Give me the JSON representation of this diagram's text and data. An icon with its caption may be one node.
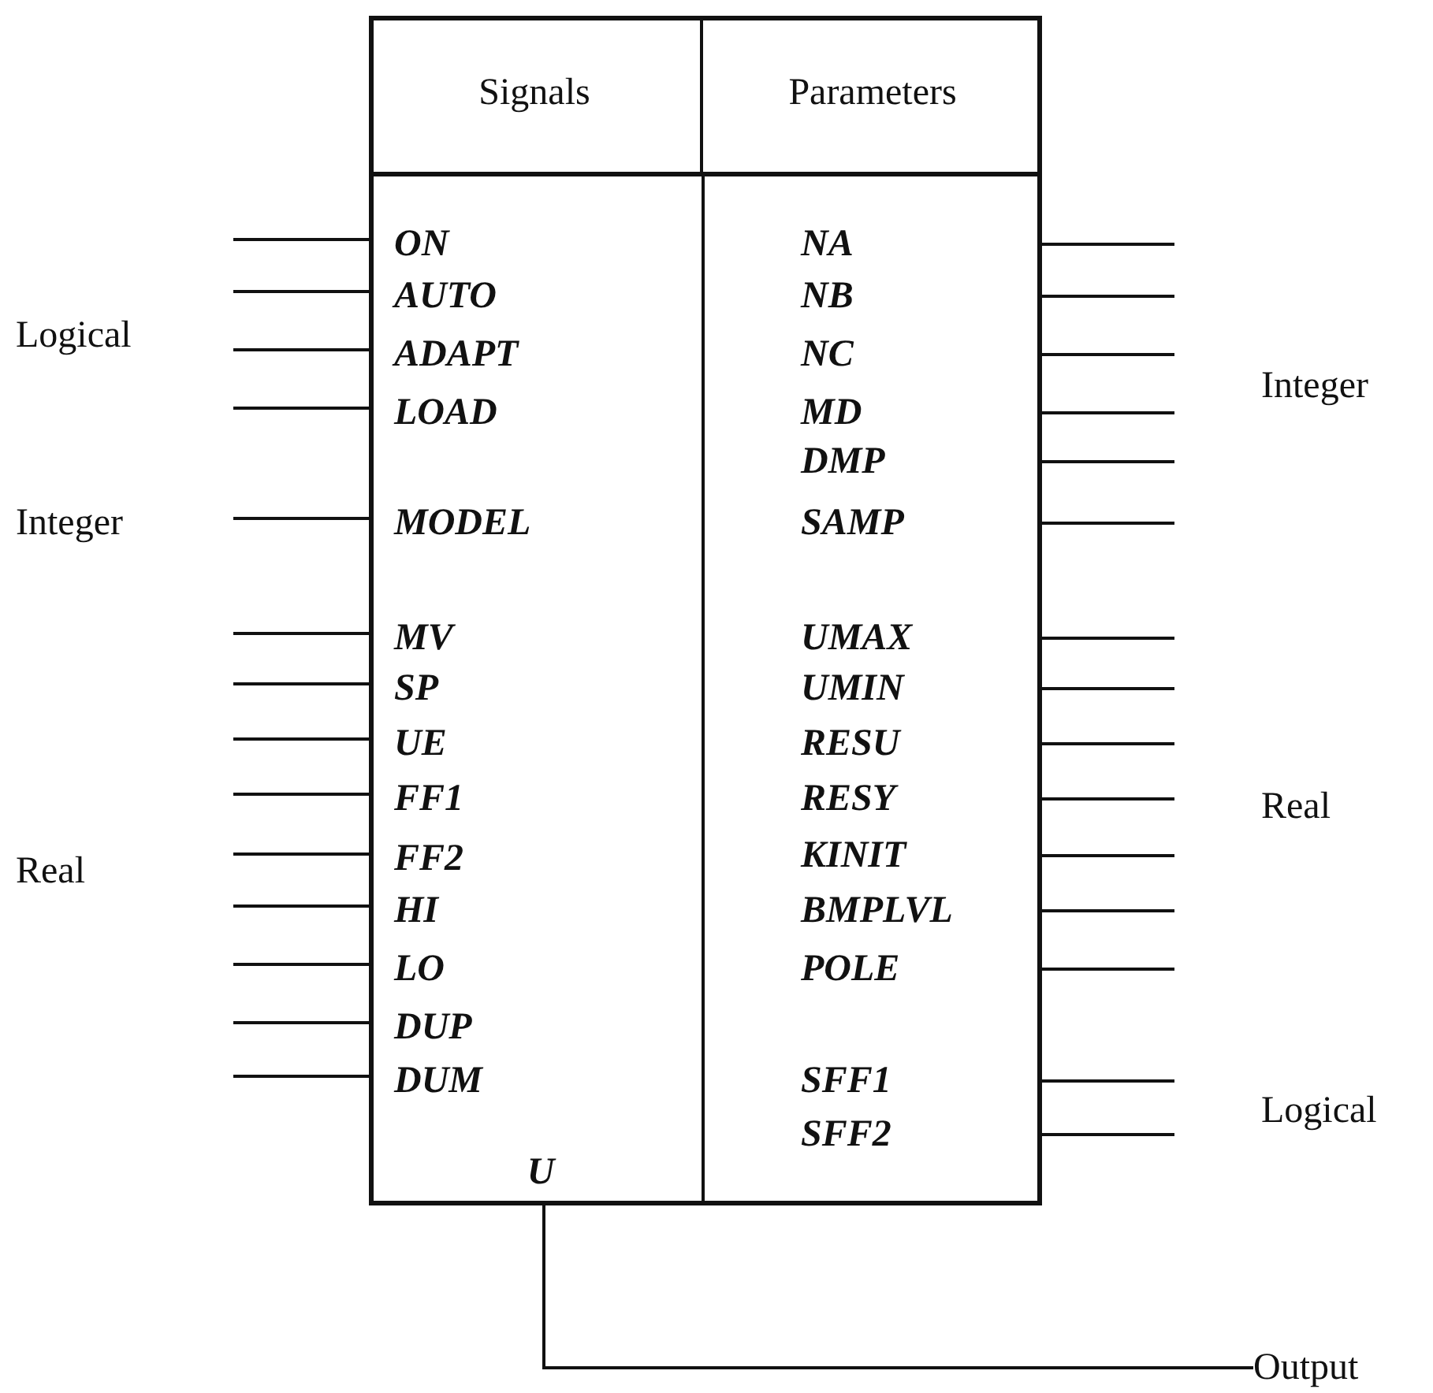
{
  "diagram": {
    "nodes": [
      {
        "text": [],
        "shape": "box"
      },
      {
        "text": [
          "Signals"
        ],
        "in": 0
      },
      {
        "text": [
          "Parameters"
        ],
        "in": 0
      },
      {
        "text": [
          "U"
        ],
        "in": 0
      },
      {
        "text": [
          "Output"
        ]
      }
    ],
    "edges": [
      {
        "from": null,
        "to": 0,
        "arrow": "none"
      },
      {
        "from": null,
        "to": 0,
        "arrow": "none"
      },
      {
        "from": null,
        "to": 0,
        "arrow": "none"
      },
      {
        "from": null,
        "to": 0,
        "arrow": "none"
      },
      {
        "from": null,
        "to": 0,
        "arrow": "none"
      },
      {
        "from": null,
        "to": 0,
        "arrow": "none"
      },
      {
        "from": null,
        "to": 0,
        "arrow": "none"
      },
      {
        "from": null,
        "to": 0,
        "arrow": "none"
      },
      {
        "from": null,
        "to": 0,
        "arrow": "none"
      },
      {
        "from": null,
        "to": 0,
        "arrow": "none"
      },
      {
        "from": null,
        "to": 0,
        "arrow": "none"
      },
      {
        "from": null,
        "to": 0,
        "arrow": "none"
      },
      {
        "from": null,
        "to": 0,
        "arrow": "none"
      },
      {
        "from": null,
        "to": 0,
        "arrow": "none"
      },
      {
        "from": null,
        "to": 0,
        "arrow": "none"
      },
      {
        "from": null,
        "to": 0,
        "arrow": "none"
      },
      {
        "from": null,
        "to": 0,
        "arrow": "none"
      },
      {
        "from": null,
        "to": 0,
        "arrow": "none"
      },
      {
        "from": null,
        "to": 0,
        "arrow": "none"
      },
      {
        "from": null,
        "to": 0,
        "arrow": "none"
      },
      {
        "from": null,
        "to": 0,
        "arrow": "none"
      },
      {
        "from": null,
        "to": 0,
        "arrow": "none"
      },
      {
        "from": null,
        "to": 0,
        "arrow": "none"
      },
      {
        "from": null,
        "to": 0,
        "arrow": "none"
      },
      {
        "from": null,
        "to": 0,
        "arrow": "none"
      },
      {
        "from": null,
        "to": 0,
        "arrow": "none"
      },
      {
        "from": null,
        "to": 0,
        "arrow": "none"
      },
      {
        "from": null,
        "to": 0,
        "arrow": "none"
      },
      {
        "from": null,
        "to": 0,
        "arrow": "none"
      },
      {
        "from": 3,
        "to": 4,
        "arrow": "none"
      }
    ],
    "labels": [
      "Logical",
      "Integer",
      "Real",
      "ON",
      "AUTO",
      "ADAPT",
      "LOAD",
      "MODEL",
      "MV",
      "SP",
      "UE",
      "FF1",
      "FF2",
      "HI",
      "LO",
      "DUP",
      "DUM",
      "NA",
      "NB",
      "NC",
      "MD",
      "DMP",
      "SAMP",
      "UMAX",
      "UMIN",
      "RESU",
      "RESY",
      "KINIT",
      "BMPLVL",
      "POLE",
      "SFF1",
      "SFF2",
      "Integer",
      "Real",
      "Logical"
    ]
  }
}
